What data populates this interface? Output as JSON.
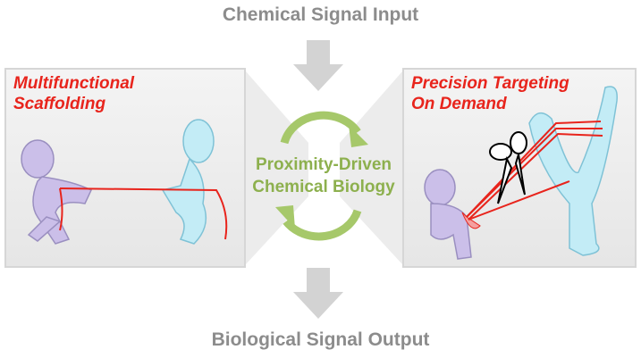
{
  "top_label": "Chemical Signal Input",
  "bottom_label": "Biological Signal Output",
  "center_label": {
    "line1": "Proximity-Driven",
    "line2": "Chemical Biology"
  },
  "left_panel": {
    "line1": "Multifunctional",
    "line2": "Scaffolding"
  },
  "right_panel": {
    "line1": "Precision Targeting",
    "line2": "On Demand"
  },
  "colors": {
    "gray": "#8c8c8c",
    "green": "#8db04e",
    "red": "#e8241c",
    "purple": "#c9bde8",
    "cyan": "#bfe6f2"
  }
}
